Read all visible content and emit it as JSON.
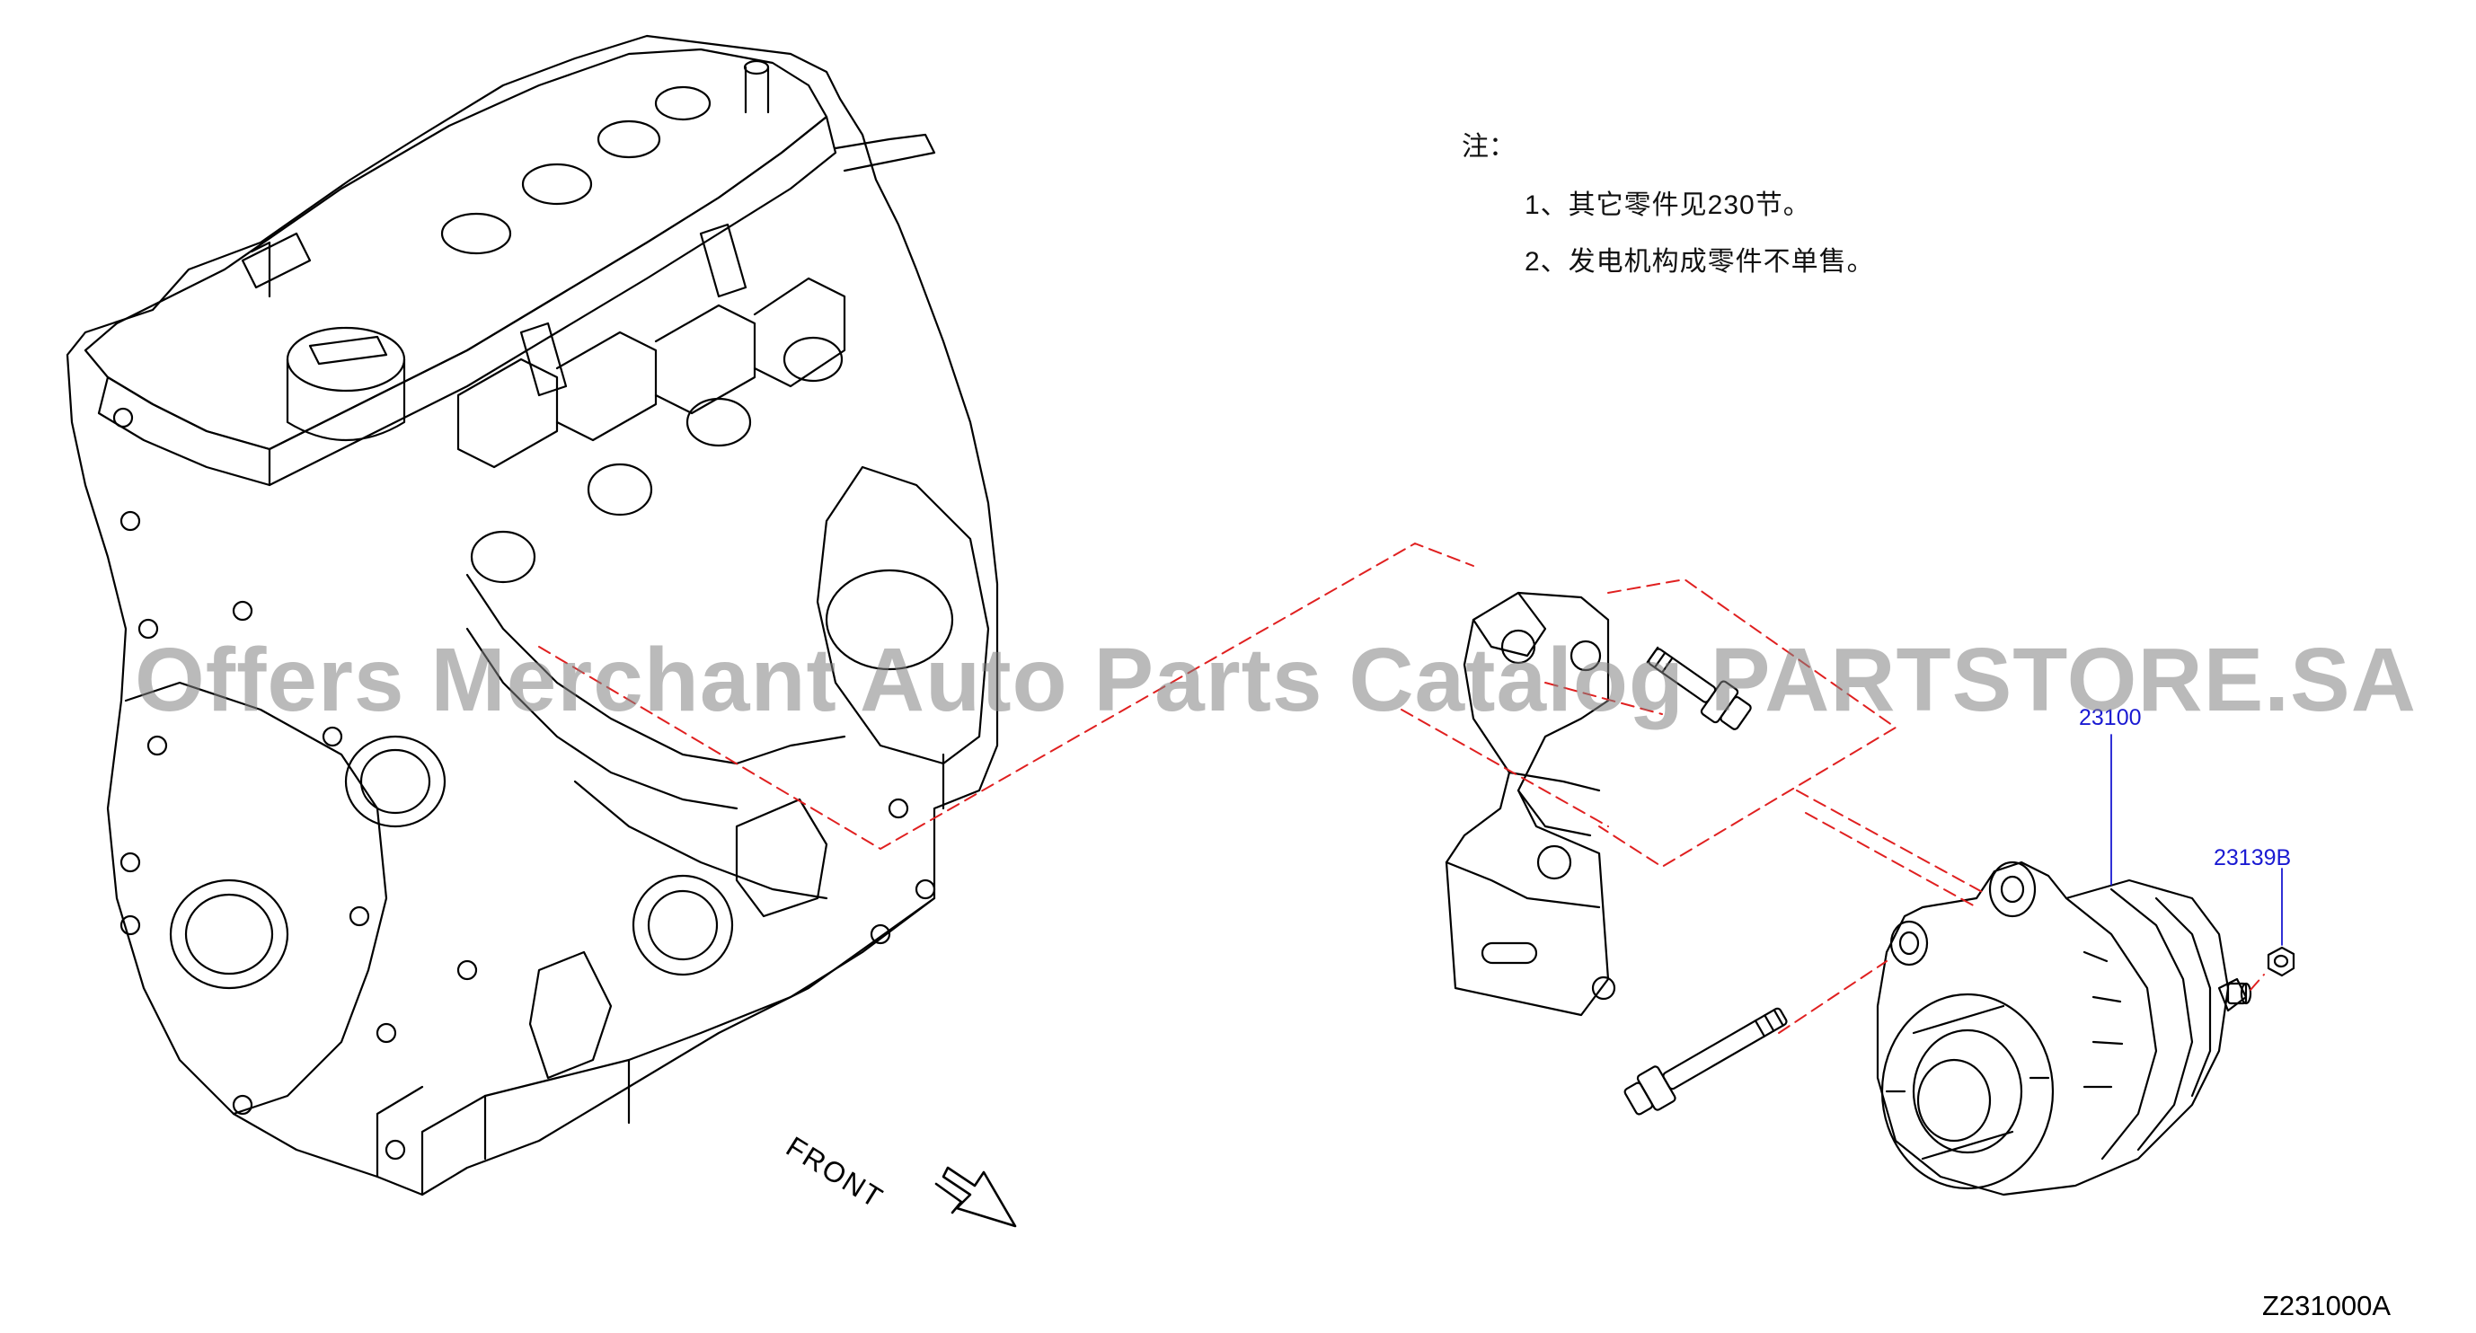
{
  "notes": {
    "heading": "注：",
    "items": [
      "1、其它零件见230节。",
      "2、发电机构成零件不单售。"
    ]
  },
  "callouts": {
    "alternator": "23100",
    "nut": "23139B"
  },
  "front_label": "FRONT",
  "figure_code": "Z231000A",
  "watermark": "Offers Merchant Auto Parts Catalog PARTSTORE.SA",
  "colors": {
    "line_art": "#000000",
    "callout_text": "#1a1ad2",
    "guide_lines": "#e02020",
    "watermark": "#828282"
  }
}
